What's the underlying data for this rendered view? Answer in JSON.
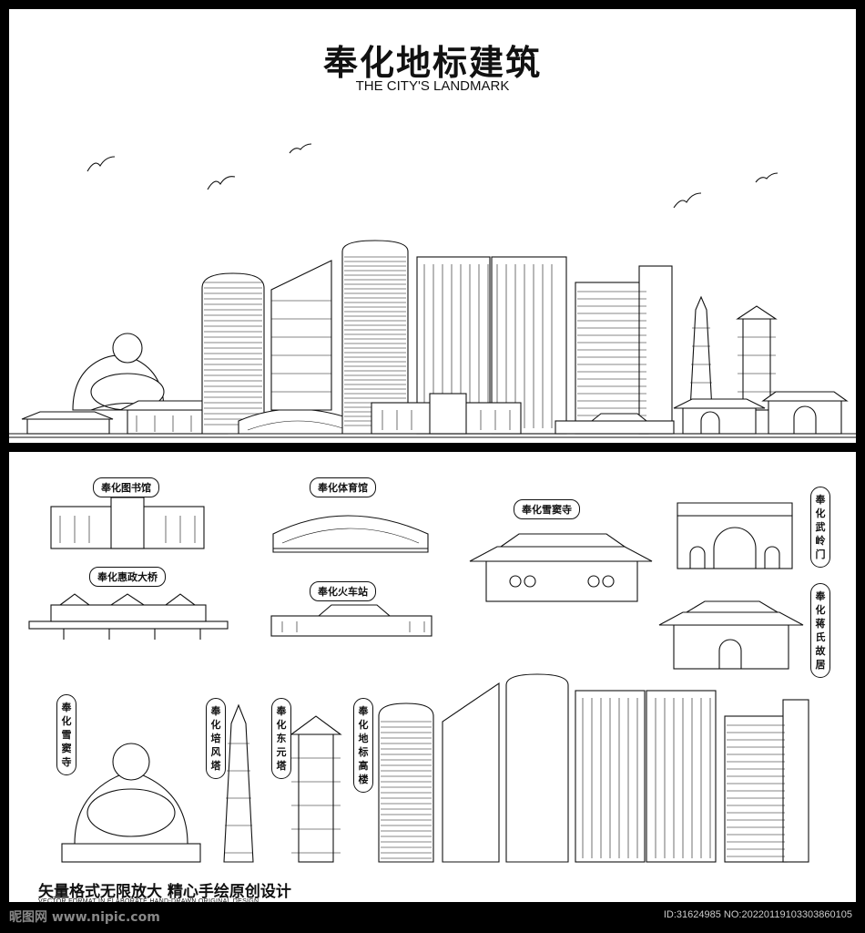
{
  "header": {
    "title": "奉化地标建筑",
    "subtitle": "THE CITY'S LANDMARK"
  },
  "labels": {
    "library": "奉化图书馆",
    "stadium": "奉化体育馆",
    "temple": "奉化雪窦寺",
    "wuling_gate": "奉化武岭门",
    "bridge": "奉化惠政大桥",
    "station": "奉化火车站",
    "jiang_residence": "奉化蒋氏故居",
    "buddha": "奉化雪窦寺",
    "peifeng_tower": "奉化培风塔",
    "dongyuan_tower": "奉化东元塔",
    "highrise": "奉化地标高楼"
  },
  "footer": {
    "slogan": "矢量格式无限放大  精心手绘原创设计",
    "slogan_en": "VECTOR FORMAT IN ELABORATE HAND-DRAWN ORIGINAL DESIGN"
  },
  "watermark": {
    "left": "昵图网 www.nipic.com",
    "right": "ID:31624985 NO:20220119103303860105"
  },
  "colors": {
    "background": "#000000",
    "panel": "#ffffff",
    "ink": "#111111"
  }
}
